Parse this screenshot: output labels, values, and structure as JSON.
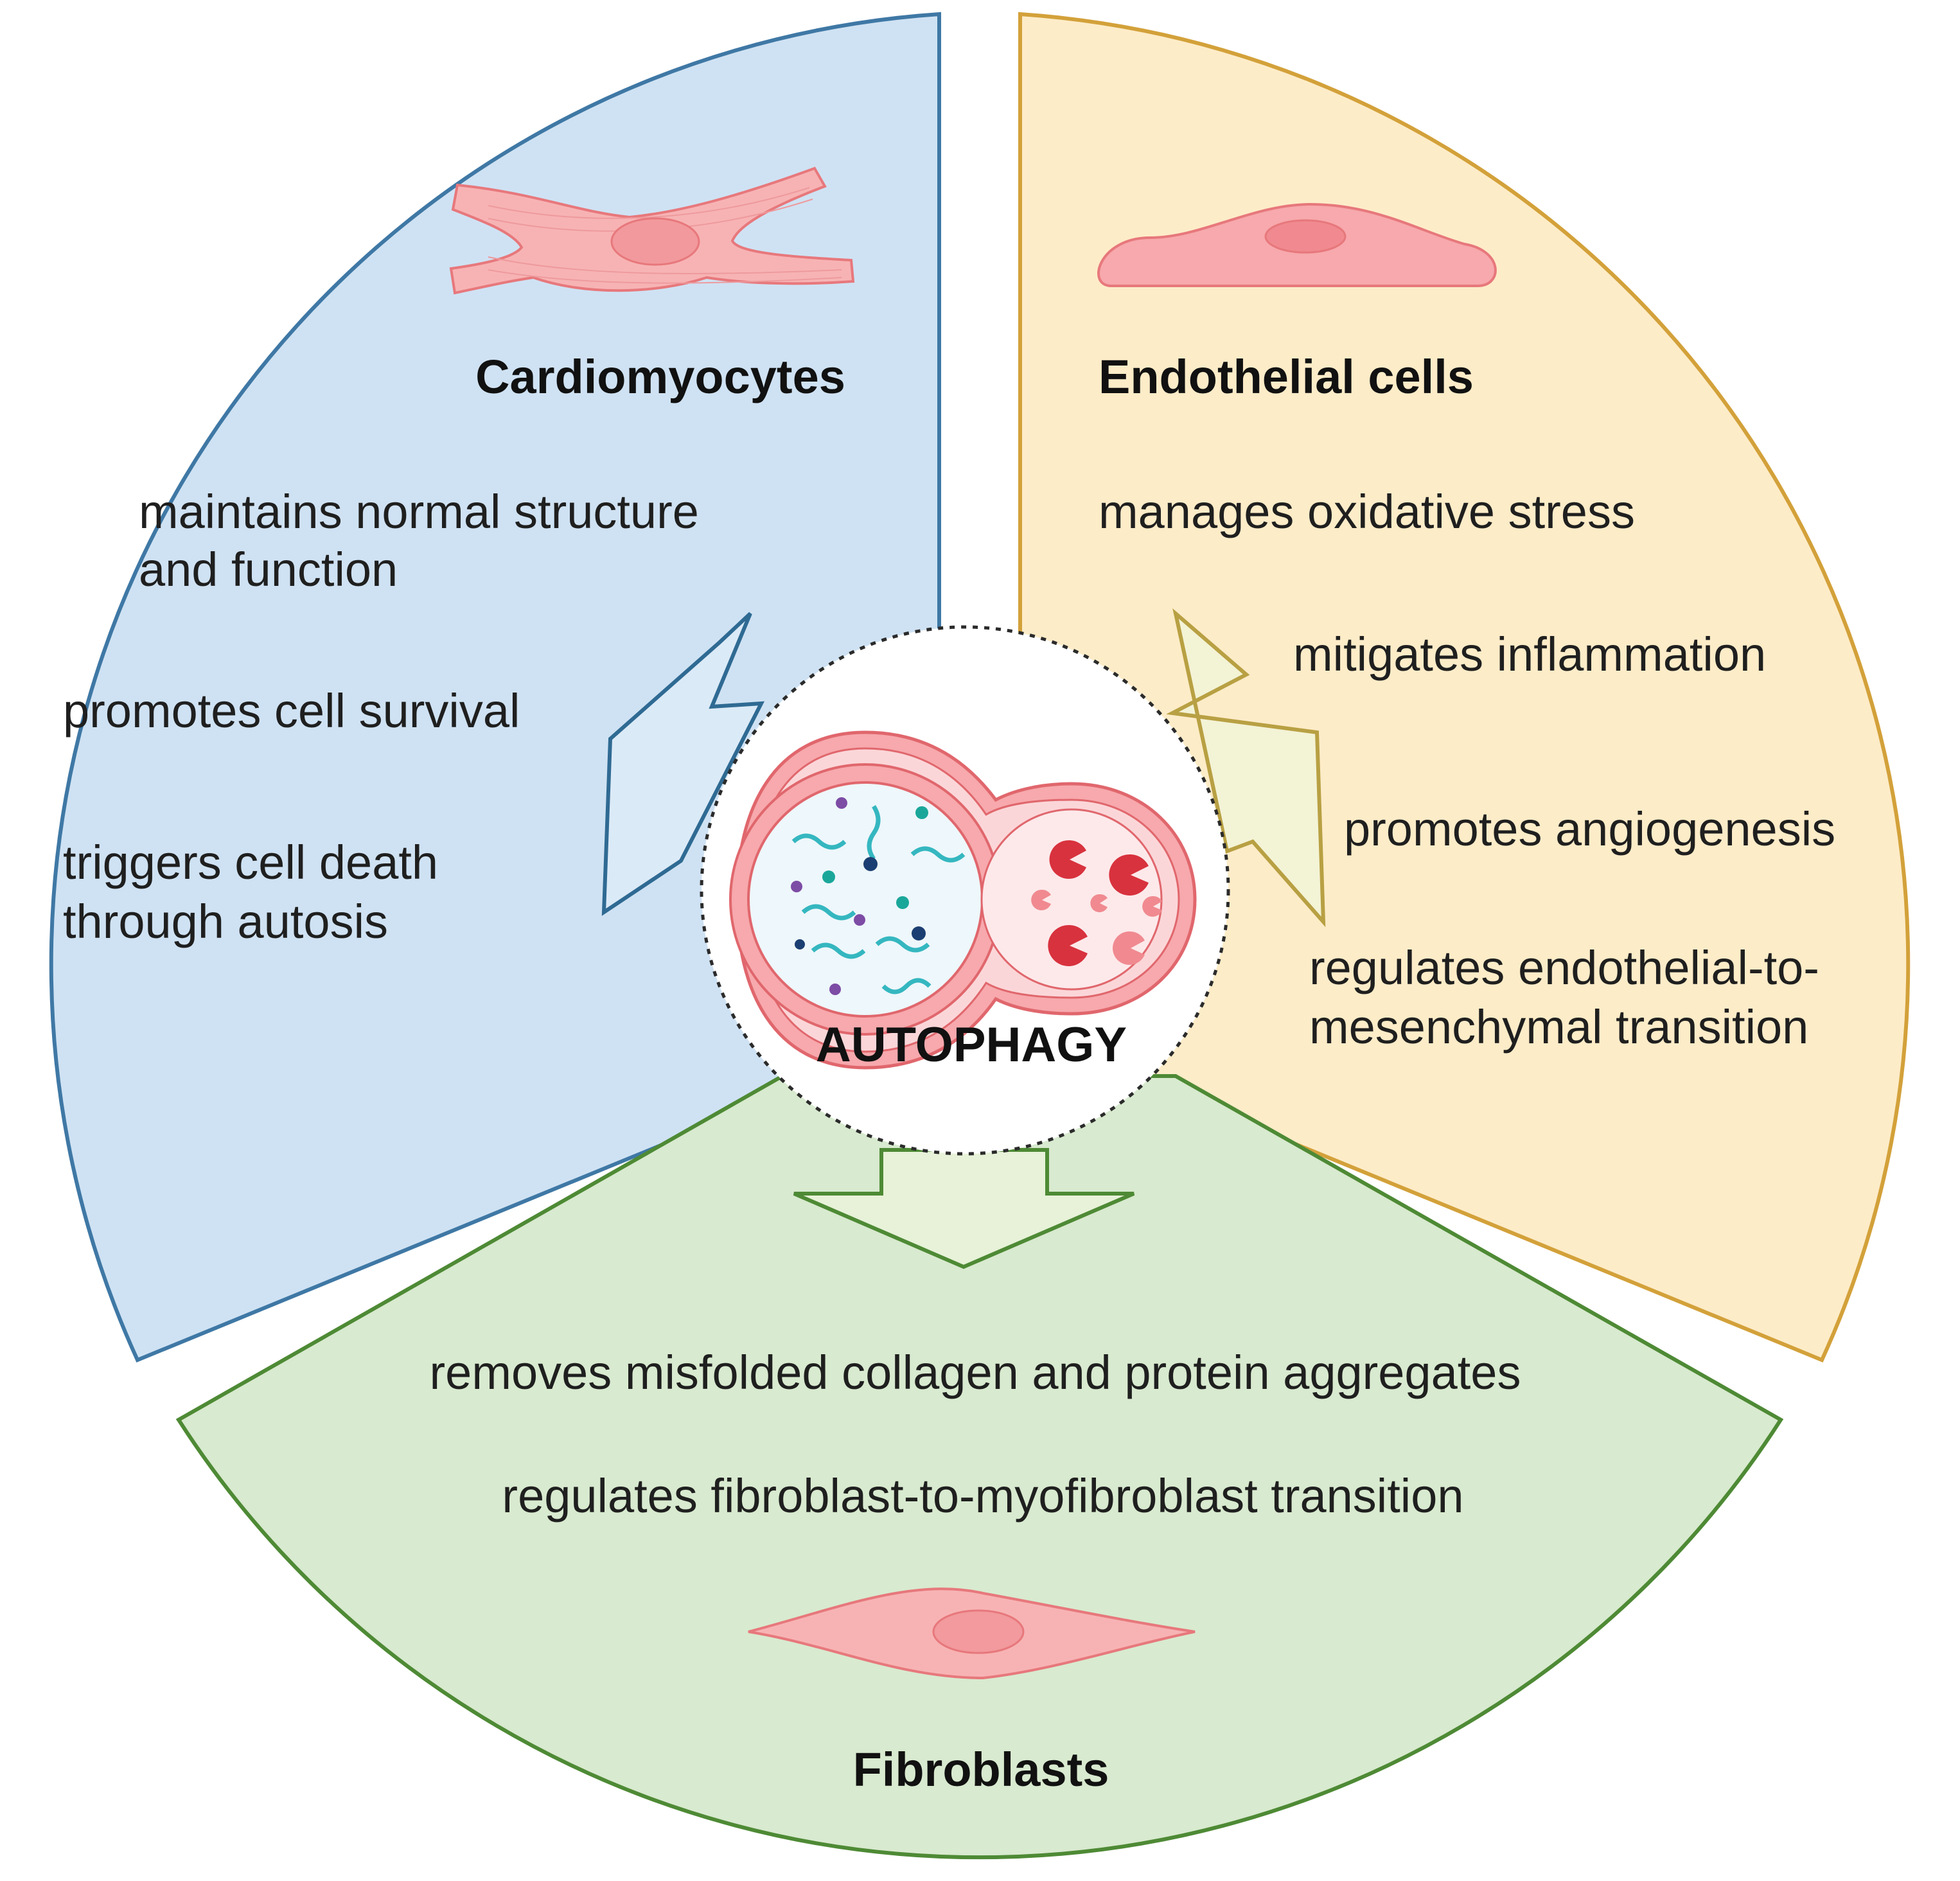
{
  "center": {
    "label": "AUTOPHAGY"
  },
  "cardiomyocytes": {
    "title": "Cardiomyocytes",
    "items": [
      [
        "maintains normal structure",
        "and function"
      ],
      [
        "promotes cell survival"
      ],
      [
        "triggers cell death",
        "through autosis"
      ]
    ]
  },
  "endothelial": {
    "title": "Endothelial cells",
    "items": [
      [
        "manages oxidative stress"
      ],
      [
        "mitigates inflammation"
      ],
      [
        "promotes angiogenesis"
      ],
      [
        "regulates endothelial-to-",
        "mesenchymal transition"
      ]
    ]
  },
  "fibroblasts": {
    "title": "Fibroblasts",
    "items": [
      [
        "removes misfolded collagen and protein aggregates"
      ],
      [
        "regulates fibroblast-to-myofibroblast transition"
      ]
    ]
  },
  "colors": {
    "cardio_fill": "#cfe2f3",
    "cardio_stroke": "#3f78a5",
    "endo_fill": "#fdecc8",
    "endo_stroke": "#d3a13a",
    "fibro_fill": "#d8eacf",
    "fibro_stroke": "#4e8a35",
    "cell_fill": "#f7b3b4",
    "cell_stroke": "#e7787c"
  }
}
